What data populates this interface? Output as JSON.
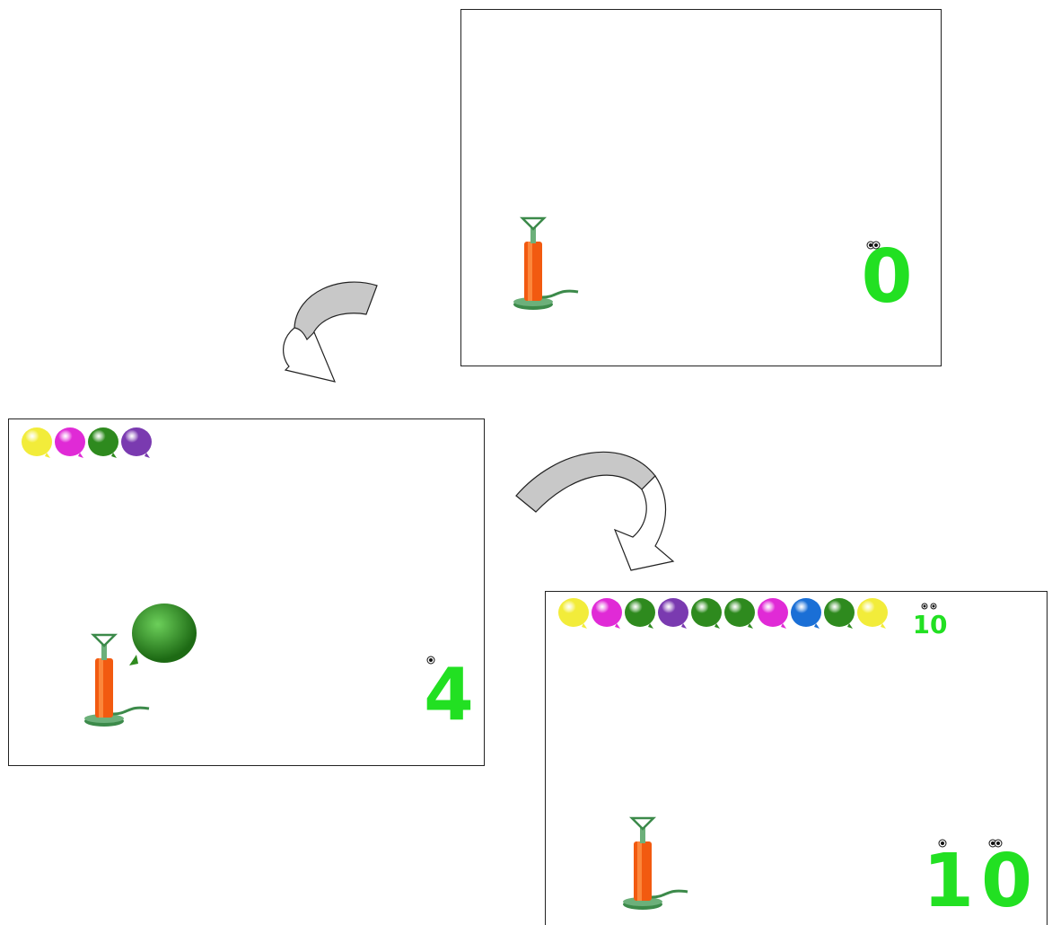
{
  "scenes": [
    {
      "counter": "0",
      "balloons": []
    },
    {
      "counter": "4",
      "balloons": [
        "#f2ec3a",
        "#e02ad6",
        "#2e8a1e",
        "#7a3ab0"
      ],
      "inflating_balloon": "#2e8a1e"
    },
    {
      "counter": "10",
      "mini_counter": "10",
      "balloons": [
        "#f2ec3a",
        "#e02ad6",
        "#2e8a1e",
        "#7a3ab0",
        "#2e8a1e",
        "#2e8a1e",
        "#e02ad6",
        "#1a6fd6",
        "#2e8a1e",
        "#f2ec3a"
      ]
    }
  ],
  "colors": {
    "counter": "#22e022",
    "pump_body": "#f25a10",
    "pump_base": "#3c8a4a",
    "arrow_fill": "#c8c8c8"
  }
}
